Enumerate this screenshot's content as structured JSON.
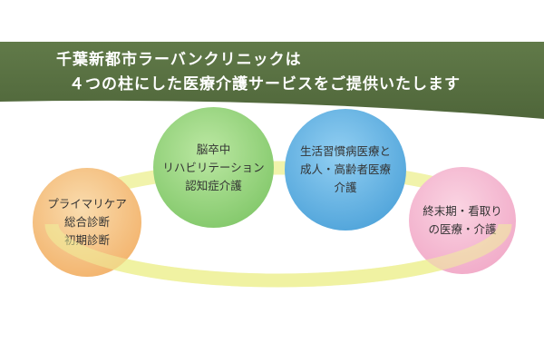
{
  "banner": {
    "line1": "千葉新都市ラーバンクリニックは",
    "line2": "４つの柱にした医療介護サービスをご提供いたします",
    "background_color": "#56703f",
    "text_color": "#ffffff"
  },
  "ring": {
    "color": "#f0f2a2"
  },
  "pillars": [
    {
      "name": "primary-care",
      "color": "#f1a95c",
      "lines": [
        "プライマリケア",
        "総合診断",
        "初期診断"
      ]
    },
    {
      "name": "stroke-rehab-dementia",
      "color": "#74c05c",
      "lines": [
        "脳卒中",
        "リハビリテーション",
        "認知症介護"
      ]
    },
    {
      "name": "lifestyle-adult-elderly",
      "color": "#3f99d4",
      "lines": [
        "生活習慣病医療と",
        "成人・高齢者医療",
        "介護"
      ]
    },
    {
      "name": "end-of-life",
      "color": "#efa0c2",
      "lines": [
        "終末期・看取り",
        "の医療・介護"
      ]
    }
  ]
}
